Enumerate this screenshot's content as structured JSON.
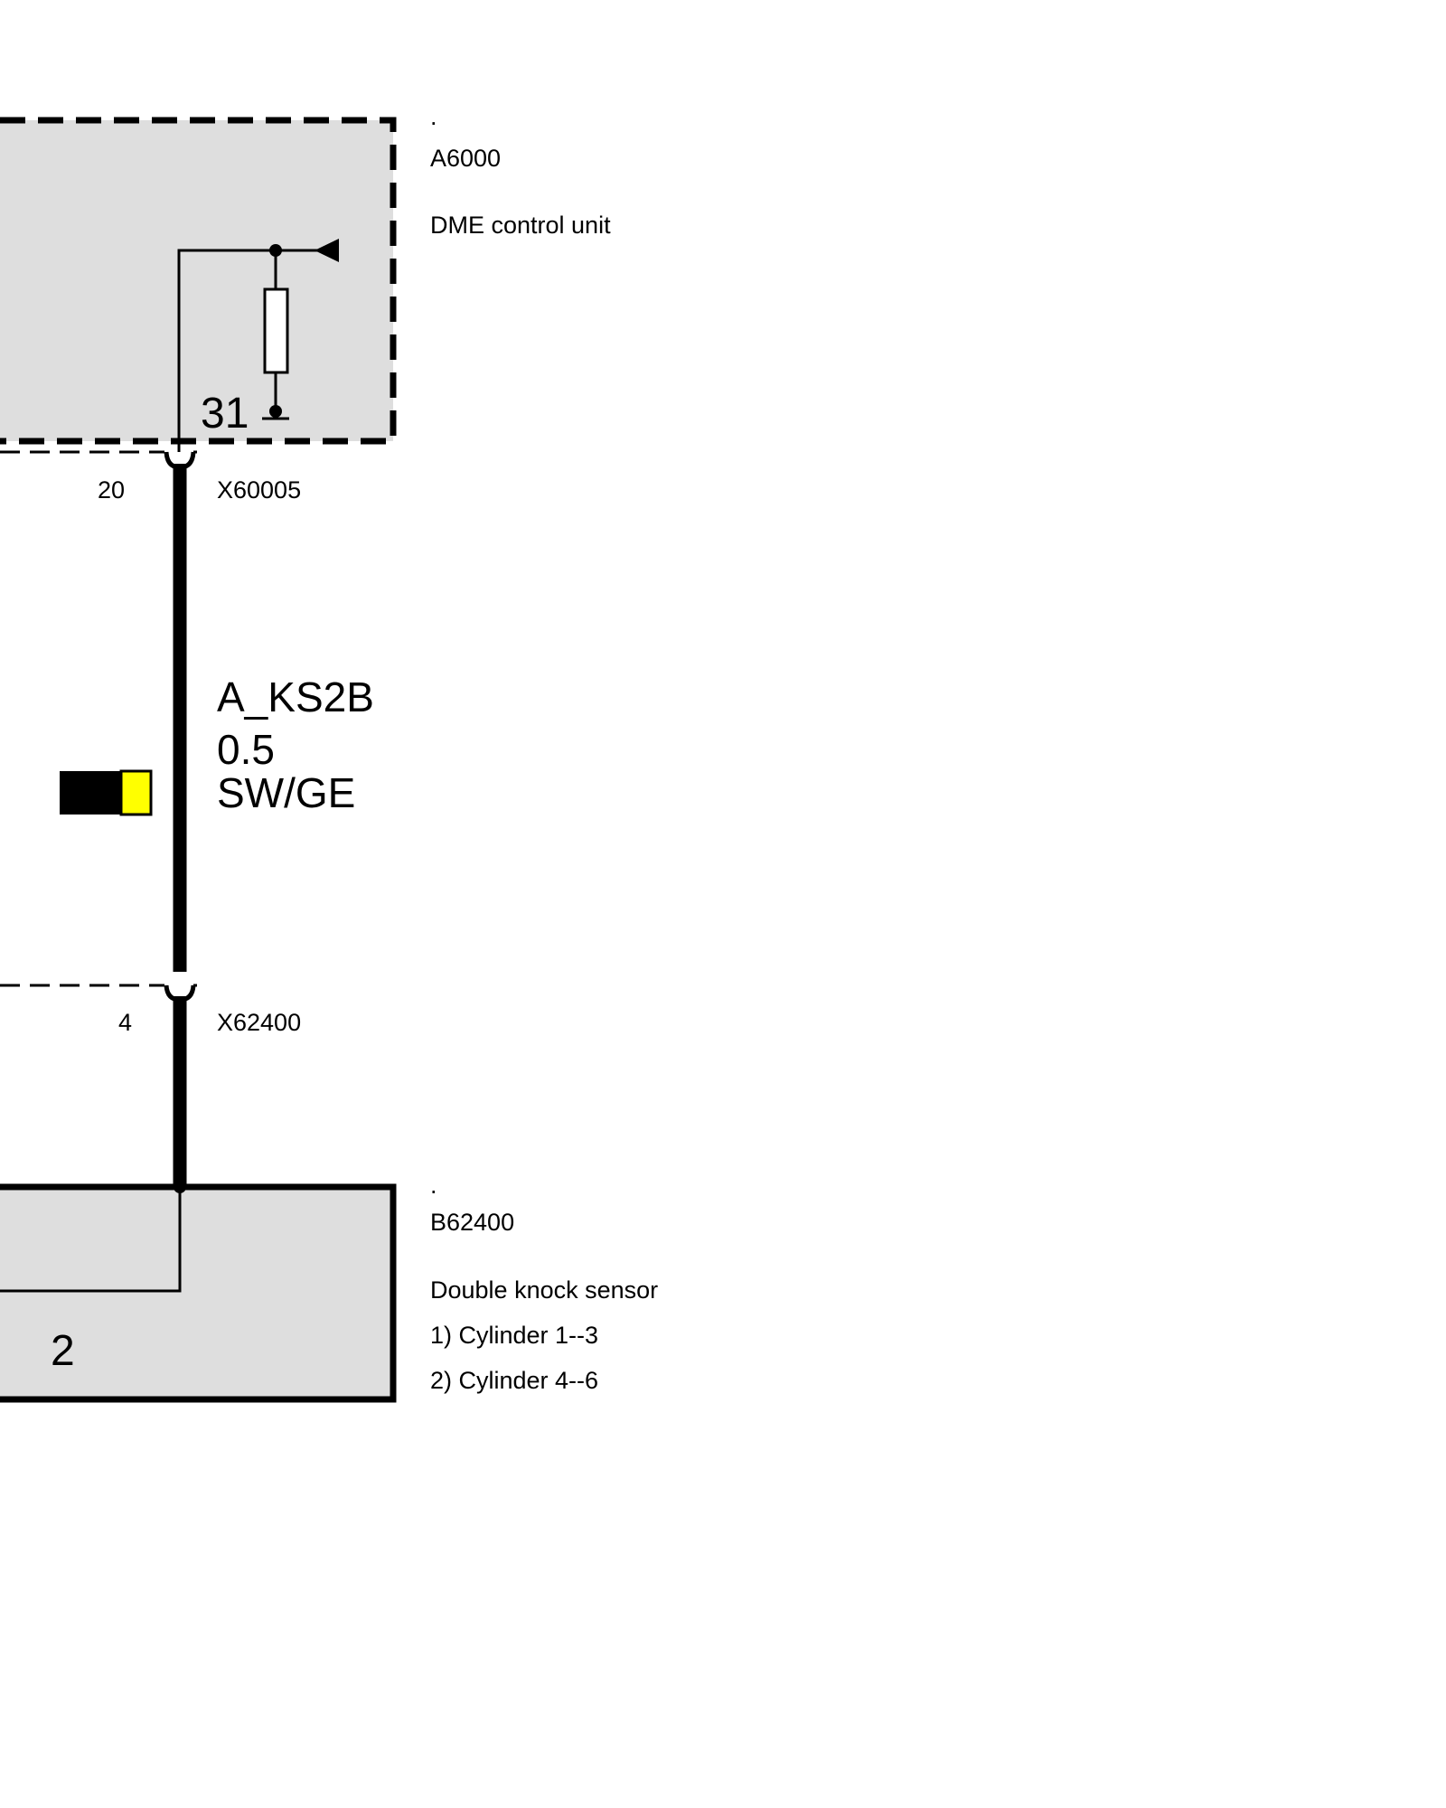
{
  "component_top": {
    "dot": ".",
    "id": "A6000",
    "name": "DME control unit",
    "ground_terminal": "31"
  },
  "connector_top": {
    "pin": "20",
    "id": "X60005"
  },
  "wire": {
    "signal": "A_KS2B",
    "size": "0.5",
    "color_code": "SW/GE",
    "swatch_colors": [
      "#000000",
      "#ffff00"
    ]
  },
  "connector_bottom": {
    "pin": "4",
    "id": "X62400"
  },
  "component_bottom": {
    "dot": ".",
    "id": "B62400",
    "name": "Double knock sensor",
    "notes": [
      "1) Cylinder 1--3",
      "2) Cylinder 4--6"
    ],
    "pin": "2"
  },
  "colors": {
    "box_fill": "#dedede",
    "line": "#000000"
  }
}
